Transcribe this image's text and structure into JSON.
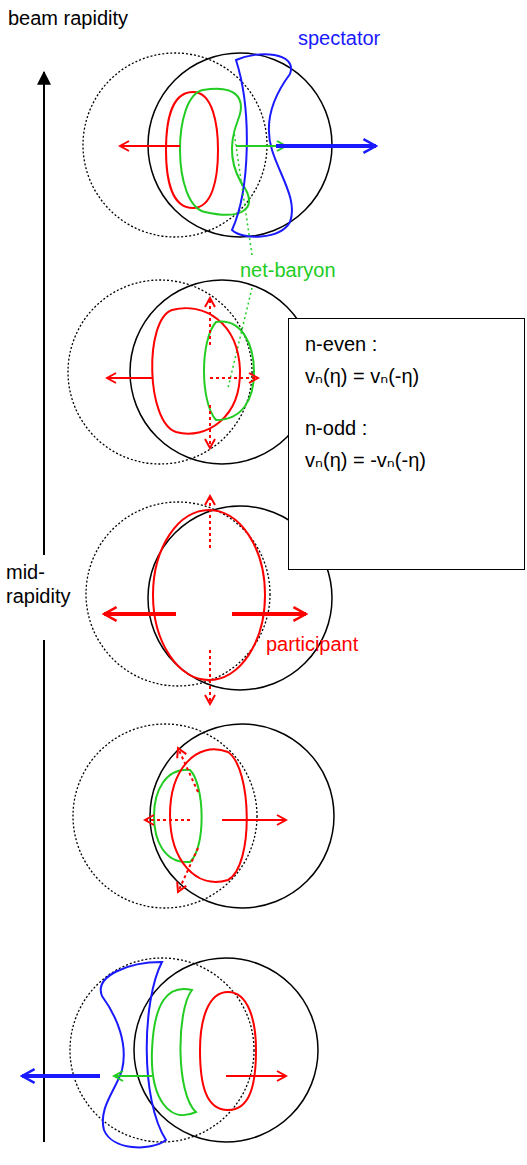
{
  "diagram": {
    "nodes": [
      {
        "text": [
          "n-even :",
          "vₙ(η) = vₙ(-η)",
          "n-odd :",
          "vₙ(η) = -vₙ(-η)"
        ]
      }
    ],
    "labels": [
      "beam rapidity",
      "spectator",
      "net-baryon",
      "mid- rapidity",
      "participant"
    ]
  }
}
